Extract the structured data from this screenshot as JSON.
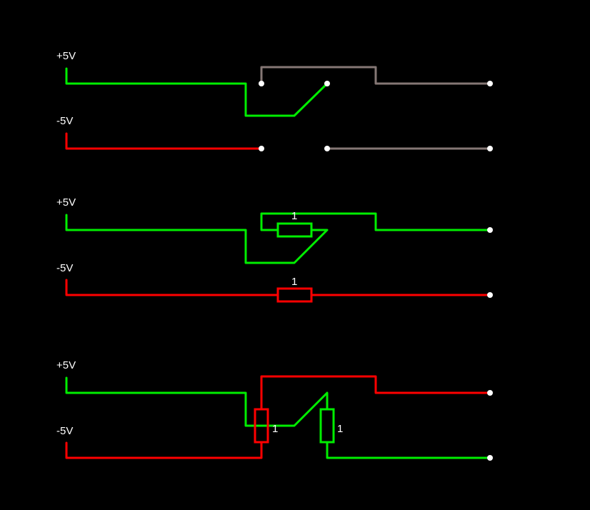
{
  "colors": {
    "background": "#000000",
    "positive": "#00ee00",
    "negative": "#ff0000",
    "inactive": "#857775",
    "terminal": "#ffffff",
    "text": "#ffffff"
  },
  "diagrams": [
    {
      "name": "switch-open",
      "supply_labels": {
        "positive": "+5V",
        "negative": "-5V"
      },
      "components": []
    },
    {
      "name": "switch-with-resistors",
      "supply_labels": {
        "positive": "+5V",
        "negative": "-5V"
      },
      "components": [
        {
          "type": "resistor",
          "label": "1",
          "net": "positive"
        },
        {
          "type": "resistor",
          "label": "1",
          "net": "negative"
        }
      ]
    },
    {
      "name": "switch-crossed",
      "supply_labels": {
        "positive": "+5V",
        "negative": "-5V"
      },
      "components": [
        {
          "type": "resistor",
          "label": "1",
          "net": "negative"
        },
        {
          "type": "resistor",
          "label": "1",
          "net": "positive"
        }
      ]
    }
  ]
}
